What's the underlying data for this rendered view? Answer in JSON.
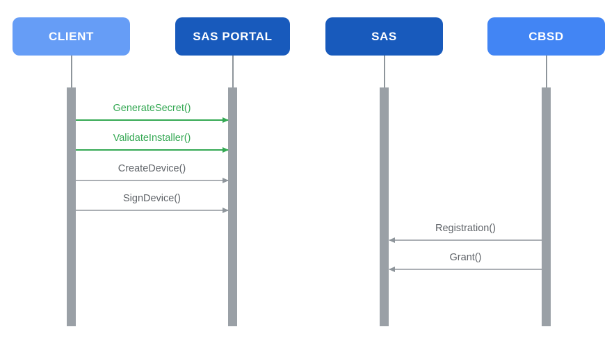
{
  "diagram": {
    "type": "sequence-diagram",
    "actors": [
      {
        "id": "client",
        "label": "CLIENT",
        "color": "#669DF6"
      },
      {
        "id": "sas-portal",
        "label": "SAS PORTAL",
        "color": "#185ABC"
      },
      {
        "id": "sas",
        "label": "SAS",
        "color": "#185ABC"
      },
      {
        "id": "cbsd",
        "label": "CBSD",
        "color": "#4285F4"
      }
    ],
    "messages": [
      {
        "label": "GenerateSecret()",
        "from": "CLIENT",
        "to": "SAS PORTAL",
        "direction": "right",
        "color": "#34A853"
      },
      {
        "label": "ValidateInstaller()",
        "from": "CLIENT",
        "to": "SAS PORTAL",
        "direction": "right",
        "color": "#34A853"
      },
      {
        "label": "CreateDevice()",
        "from": "CLIENT",
        "to": "SAS PORTAL",
        "direction": "right",
        "color": "#5F6368"
      },
      {
        "label": "SignDevice()",
        "from": "CLIENT",
        "to": "SAS PORTAL",
        "direction": "right",
        "color": "#5F6368"
      },
      {
        "label": "Registration()",
        "from": "CBSD",
        "to": "SAS",
        "direction": "left",
        "color": "#5F6368"
      },
      {
        "label": "Grant()",
        "from": "CBSD",
        "to": "SAS",
        "direction": "left",
        "color": "#5F6368"
      }
    ],
    "colors": {
      "background": "#FFFFFF",
      "lifeline": "#8E959B",
      "activation_bar": "#9AA0A6",
      "green_message": "#34A853",
      "gray_message_text": "#5F6368",
      "gray_message_line": "#ABAFB4",
      "actor_label_text": "#FFFFFF"
    }
  }
}
